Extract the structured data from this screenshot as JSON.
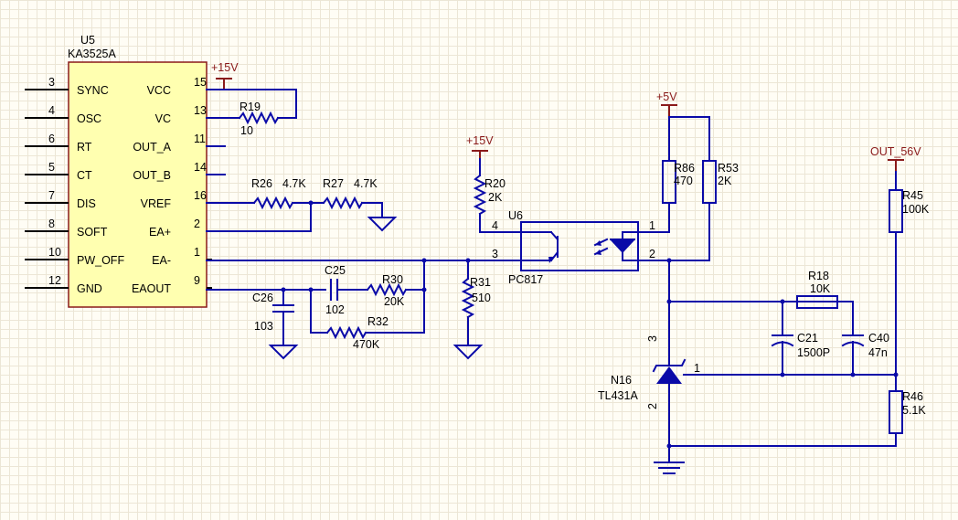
{
  "u5": {
    "designator": "U5",
    "part": "KA3525A",
    "left_pins": [
      {
        "num": "3",
        "name": "SYNC"
      },
      {
        "num": "4",
        "name": "OSC"
      },
      {
        "num": "6",
        "name": "RT"
      },
      {
        "num": "5",
        "name": "CT"
      },
      {
        "num": "7",
        "name": "DIS"
      },
      {
        "num": "8",
        "name": "SOFT"
      },
      {
        "num": "10",
        "name": "PW_OFF"
      },
      {
        "num": "12",
        "name": "GND"
      }
    ],
    "right_pins": [
      {
        "num": "15",
        "name": "VCC"
      },
      {
        "num": "13",
        "name": "VC"
      },
      {
        "num": "11",
        "name": "OUT_A"
      },
      {
        "num": "14",
        "name": "OUT_B"
      },
      {
        "num": "16",
        "name": "VREF"
      },
      {
        "num": "2",
        "name": "EA+"
      },
      {
        "num": "1",
        "name": "EA-"
      },
      {
        "num": "9",
        "name": "EAOUT"
      }
    ]
  },
  "power": {
    "p15v_a": "+15V",
    "p15v_b": "+15V",
    "p5v": "+5V",
    "out56": "OUT_56V"
  },
  "r19": {
    "ref": "R19",
    "val": "10"
  },
  "r26": {
    "ref": "R26",
    "val": "4.7K"
  },
  "r27": {
    "ref": "R27",
    "val": "4.7K"
  },
  "r20": {
    "ref": "R20",
    "val": "2K"
  },
  "r31": {
    "ref": "R31",
    "val": "510"
  },
  "r30": {
    "ref": "R30",
    "val": "20K"
  },
  "r32": {
    "ref": "R32",
    "val": "470K"
  },
  "c25": {
    "ref": "C25",
    "val": "102"
  },
  "c26": {
    "ref": "C26",
    "val": "103"
  },
  "u6": {
    "ref": "U6",
    "part": "PC817",
    "pin1": "1",
    "pin2": "2",
    "pin3": "3",
    "pin4": "4"
  },
  "r86": {
    "ref": "R86",
    "val": "470"
  },
  "r53": {
    "ref": "R53",
    "val": "2K"
  },
  "r45": {
    "ref": "R45",
    "val": "100K"
  },
  "r46": {
    "ref": "R46",
    "val": "5.1K"
  },
  "r18": {
    "ref": "R18",
    "val": "10K"
  },
  "c21": {
    "ref": "C21",
    "val": "1500P"
  },
  "c40": {
    "ref": "C40",
    "val": "47n"
  },
  "n16": {
    "ref": "N16",
    "part": "TL431A",
    "pin1": "1",
    "pin2": "2",
    "pin3": "3"
  }
}
